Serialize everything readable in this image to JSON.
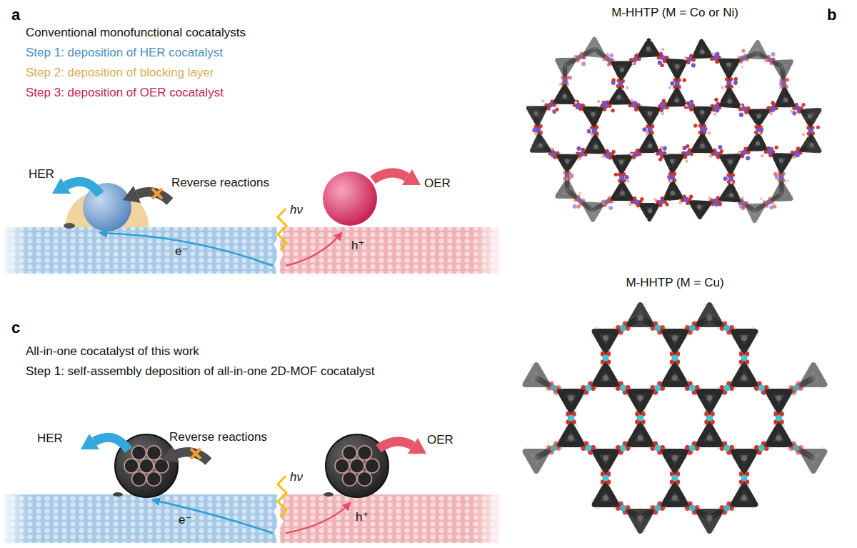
{
  "diagram": {
    "labels": [
      "a",
      "Conventional monofunctional cocatalysts",
      "Step 1: deposition of HER cocatalyst",
      "Step 2: deposition of blocking layer",
      "Step 3: deposition of OER cocatalyst",
      "HER",
      "Reverse reactions",
      "OER",
      "hν",
      "e⁻",
      "h⁺",
      "c",
      "All-in-one cocatalyst of this work",
      "Step 1: self-assembly deposition of all-in-one 2D-MOF cocatalyst",
      "HER",
      "Reverse reactions",
      "OER",
      "hν",
      "e⁻",
      "h⁺",
      "b",
      "M-HHTP (M = Co or Ni)",
      "M-HHTP (M = Cu)"
    ]
  }
}
